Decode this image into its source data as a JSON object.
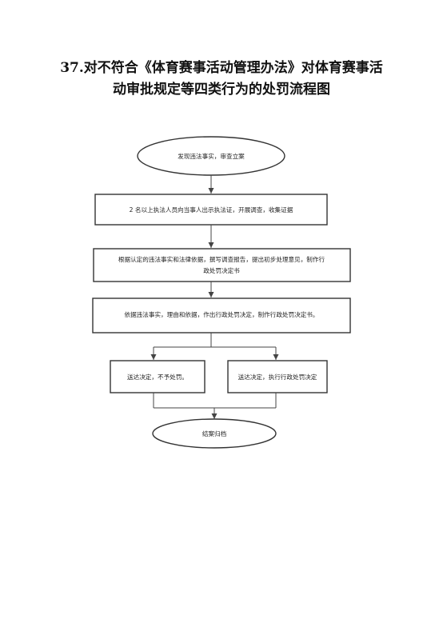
{
  "document": {
    "title_line1": "37.对不符合《体育赛事活动管理办法》对体育赛事活",
    "title_line2": "动审批规定等四类行为的处罚流程图"
  },
  "flowchart": {
    "start": "发现违法事实，审查立案",
    "step1": "2 名以上执法人员向当事人出示执法证，开展调查，收集证据",
    "step2_line1": "根据认定的违法事实和法律依据，撰写调查报告，提出初步处理意见，制作行",
    "step2_line2": "政处罚决定书",
    "step3": "依据违法事实，理由和依据，作出行政处罚决定，制作行政处罚决定书。",
    "branch_left": "送达决定，不予处罚。",
    "branch_right": "送达决定，执行行政处罚决定",
    "end": "结案归档"
  }
}
